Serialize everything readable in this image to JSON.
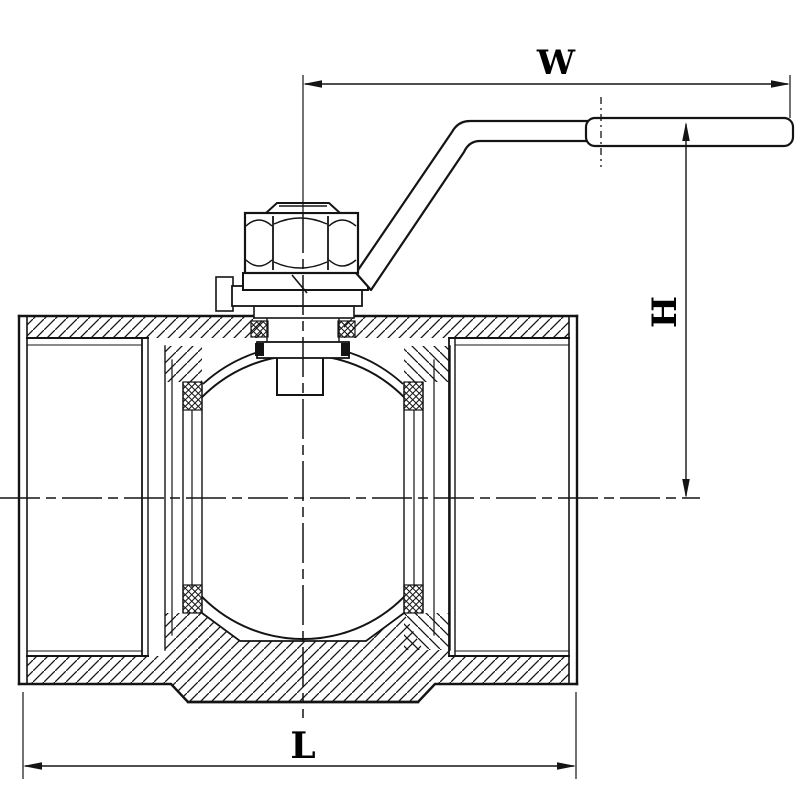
{
  "dimensions": {
    "w": {
      "label": "W",
      "orientation": "horizontal",
      "position": "top"
    },
    "h": {
      "label": "H",
      "orientation": "vertical",
      "position": "right"
    },
    "l": {
      "label": "L",
      "orientation": "horizontal",
      "position": "bottom"
    }
  },
  "colors": {
    "line": "#141414",
    "background": "#ffffff"
  }
}
